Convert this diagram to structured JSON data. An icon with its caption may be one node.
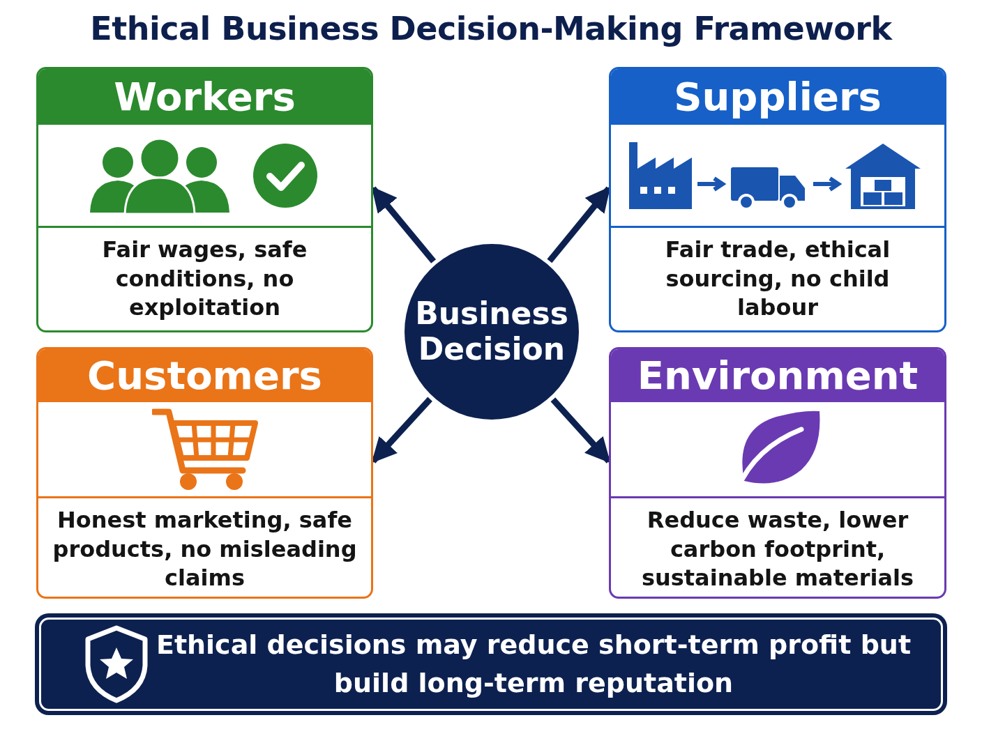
{
  "diagram": {
    "title": "Ethical Business Decision-Making Framework",
    "nodes": [
      {
        "text": [
          "Workers",
          "Fair wages, safe conditions, no exploitation"
        ]
      },
      {
        "text": [
          "Suppliers",
          "Fair trade, ethical sourcing, no child labour"
        ]
      },
      {
        "text": [
          "Business Decision"
        ]
      },
      {
        "text": [
          "Customers",
          "Honest marketing, safe products, no misleading claims"
        ]
      },
      {
        "text": [
          "Environment",
          "Reduce waste, lower carbon footprint, sustainable materials"
        ]
      },
      {
        "text": [
          "Ethical decisions may reduce short-term profit but build long-term reputation"
        ]
      }
    ],
    "edges": [
      {
        "from": 2,
        "to": 0,
        "arrow": "to"
      },
      {
        "from": 2,
        "to": 1,
        "arrow": "to"
      },
      {
        "from": 2,
        "to": 3,
        "arrow": "to"
      },
      {
        "from": 2,
        "to": 4,
        "arrow": "to"
      }
    ]
  }
}
